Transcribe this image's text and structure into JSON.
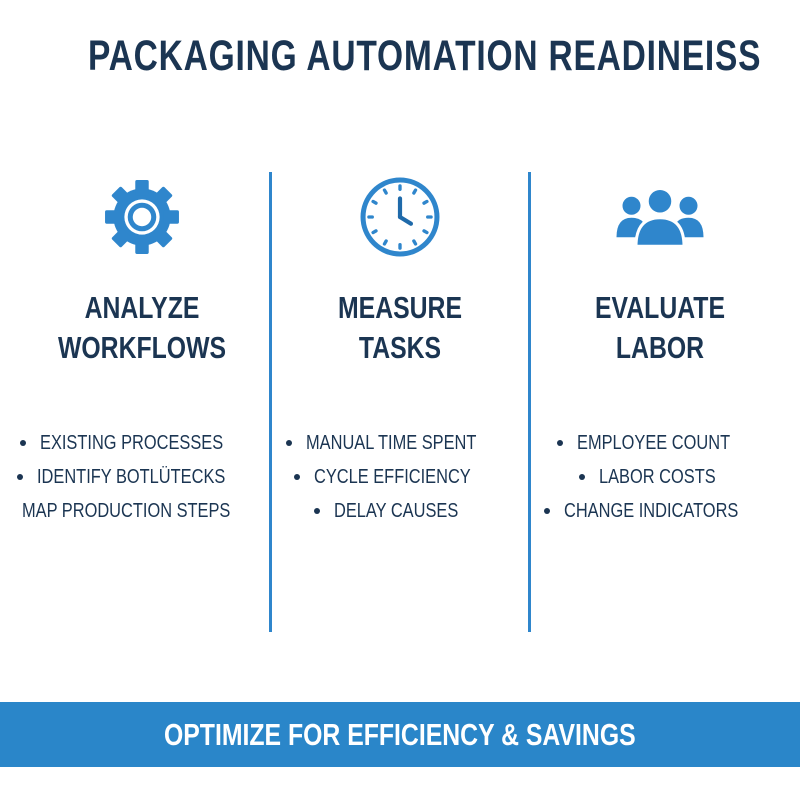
{
  "title": "PACKAGING AUTOMATION READINEISS",
  "colors": {
    "accent": "#2f86cc",
    "text": "#1b3552",
    "banner_bg": "#2a86c9",
    "banner_text": "#ffffff"
  },
  "columns": [
    {
      "icon": "gear-icon",
      "heading_line1": "ANALYZE",
      "heading_line2": "WORKFLOWS",
      "items": [
        "EXISTING PROCESSES",
        "IDENTIFY BOTLÜTECKS",
        "MAP PRODUCTION STEPS"
      ]
    },
    {
      "icon": "clock-icon",
      "heading_line1": "MEASURE",
      "heading_line2": "TASKS",
      "items": [
        "MANUAL TIME SPENT",
        "CYCLE EFFICIENCY",
        "DELAY CAUSES"
      ]
    },
    {
      "icon": "people-group-icon",
      "heading_line1": "EVALUATE",
      "heading_line2": "LABOR",
      "items": [
        "EMPLOYEE COUNT",
        "LABOR COSTS",
        "CHANGE INDICATORS"
      ]
    }
  ],
  "banner": {
    "text": "OPTIMIZE FOR EFFICIENCY & SAVINGS"
  }
}
